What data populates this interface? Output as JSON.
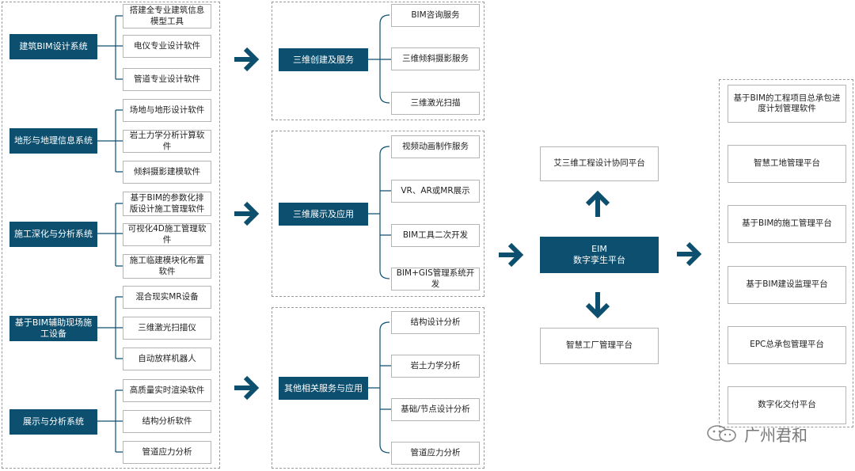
{
  "colors": {
    "accent": "#0d4f6f",
    "border": "#b5b5b5",
    "dashed": "#9a9a9a"
  },
  "systems": [
    {
      "name": "建筑BIM设计系统",
      "items": [
        "搭建全专业建筑信息模型工具",
        "电仪专业设计软件",
        "管道专业设计软件"
      ]
    },
    {
      "name": "地形与地理信息系统",
      "items": [
        "场地与地形设计软件",
        "岩土力学分析计算软件",
        "倾斜摄影建模软件"
      ]
    },
    {
      "name": "施工深化与分析系统",
      "items": [
        "基于BIM的参数化排版设计施工管理软件",
        "可视化4D施工管理软件",
        "施工临建模块化布置软件"
      ]
    },
    {
      "name": "基于BIM辅助现场施工设备",
      "items": [
        "混合现实MR设备",
        "三维激光扫描仪",
        "自动放样机器人"
      ]
    },
    {
      "name": "展示与分析系统",
      "items": [
        "高质量实时渲染软件",
        "结构分析软件",
        "管道应力分析"
      ]
    }
  ],
  "services": [
    {
      "name": "三维创建及服务",
      "items": [
        "BIM咨询服务",
        "三维倾斜摄影服务",
        "三维激光扫描"
      ]
    },
    {
      "name": "三维展示及应用",
      "items": [
        "视频动画制作服务",
        "VR、AR或MR展示",
        "BIM工具二次开发",
        "BIM+GIS管理系统开发"
      ]
    },
    {
      "name": "其他相关服务与应用",
      "items": [
        "结构设计分析",
        "岩土力学分析",
        "基础/节点设计分析",
        "管道应力分析"
      ]
    }
  ],
  "center": {
    "top": "艾三维工程设计协同平台",
    "main_line1": "EIM",
    "main_line2": "数字孪生平台",
    "bottom": "智慧工厂管理平台"
  },
  "outputs": [
    "基于BIM的工程项目总承包进度计划管理软件",
    "智慧工地管理平台",
    "基于BIM的施工管理平台",
    "基于BIM建设监理平台",
    "EPC总承包管理平台",
    "数字化交付平台"
  ],
  "watermark": "广州君和",
  "icons": {
    "arrow": "arrow-right-icon",
    "watermark": "wechat-icon"
  }
}
